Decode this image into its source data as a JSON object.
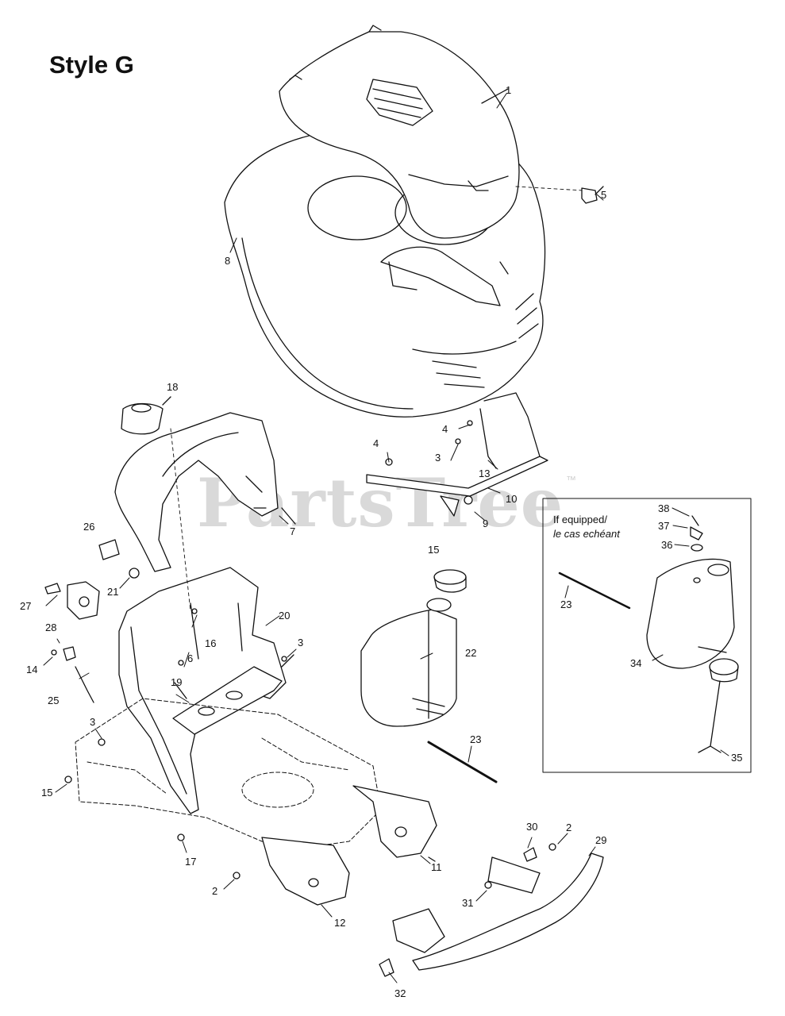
{
  "title": "Style G",
  "watermark": {
    "text": "PartsTree",
    "mark": "™"
  },
  "inset": {
    "label_en": "If equipped/",
    "label_fr": "le cas echéant"
  },
  "callouts": {
    "c1": "1",
    "c5": "5",
    "c8": "8",
    "c18": "18",
    "c7": "7",
    "c4a": "4",
    "c4b": "4",
    "c3a": "3",
    "c13": "13",
    "c10": "10",
    "c9": "9",
    "c26": "26",
    "c21": "21",
    "c27": "27",
    "c28": "28",
    "c16": "16",
    "c6": "6",
    "c20": "20",
    "c3b": "3",
    "c14": "14",
    "c25": "25",
    "c19": "19",
    "c3c": "3",
    "c15a": "15",
    "c17": "17",
    "c2a": "2",
    "c12": "12",
    "c11": "11",
    "c15b": "15",
    "c22": "22",
    "c23a": "23",
    "c30": "30",
    "c2b": "2",
    "c29": "29",
    "c31": "31",
    "c32": "32",
    "c38": "38",
    "c37": "37",
    "c36": "36",
    "c23b": "23",
    "c34": "34",
    "c35": "35"
  }
}
